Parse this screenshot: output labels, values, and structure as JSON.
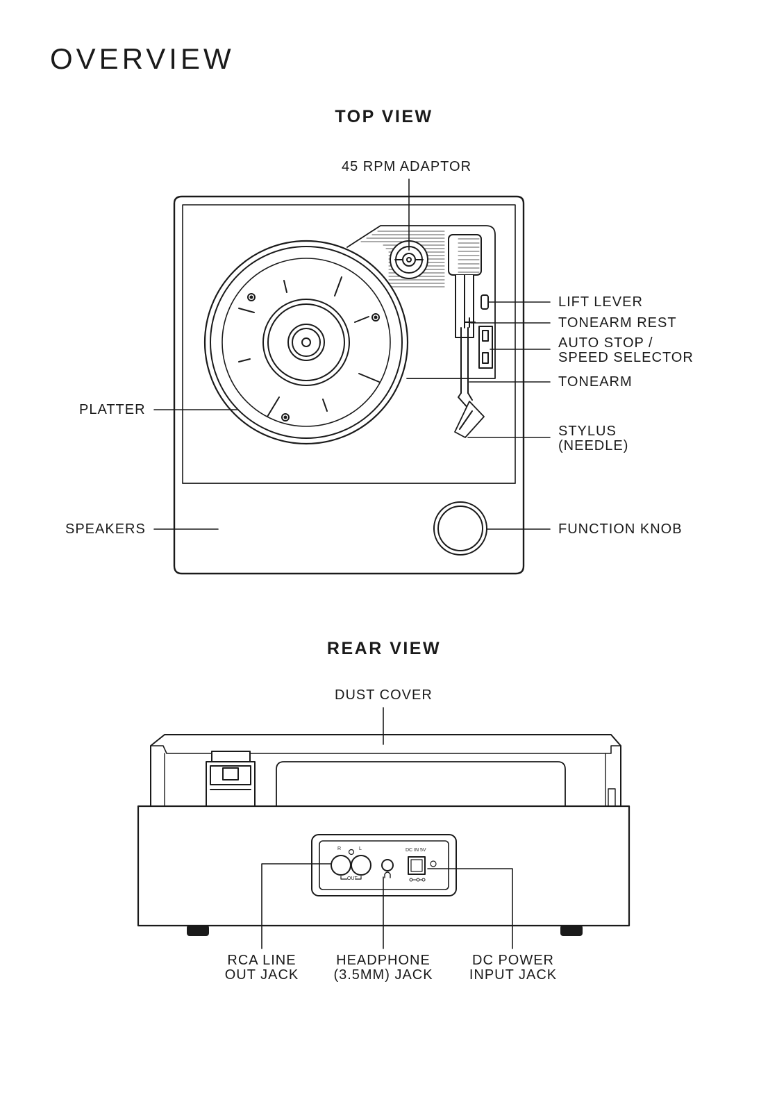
{
  "page": {
    "title": "OVERVIEW"
  },
  "top_view": {
    "title": "TOP VIEW",
    "labels": {
      "adaptor": "45 RPM ADAPTOR",
      "lift_lever": "LIFT LEVER",
      "tonearm_rest": "TONEARM REST",
      "auto_stop_1": "AUTO STOP /",
      "auto_stop_2": "SPEED SELECTOR",
      "tonearm": "TONEARM",
      "stylus_1": "STYLUS",
      "stylus_2": "(NEEDLE)",
      "platter": "PLATTER",
      "speakers": "SPEAKERS",
      "function_knob": "FUNCTION KNOB"
    }
  },
  "rear_view": {
    "title": "REAR VIEW",
    "labels": {
      "dust_cover": "DUST COVER",
      "rca_1": "RCA LINE",
      "rca_2": "OUT JACK",
      "headphone_1": "HEADPHONE",
      "headphone_2": "(3.5MM) JACK",
      "dc_1": "DC POWER",
      "dc_2": "INPUT JACK"
    },
    "panel_marks": {
      "r": "R",
      "l": "L",
      "out": "OUT",
      "dc_in": "DC IN 5V"
    }
  }
}
